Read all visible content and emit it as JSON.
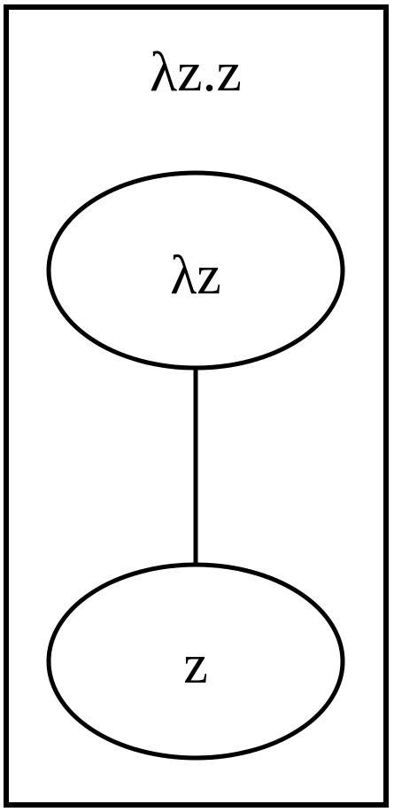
{
  "diagram": {
    "title": "λz.z",
    "nodes": [
      {
        "id": "abstraction",
        "label": "λz"
      },
      {
        "id": "body",
        "label": "z"
      }
    ],
    "edges": [
      {
        "from": "abstraction",
        "to": "body"
      }
    ]
  }
}
